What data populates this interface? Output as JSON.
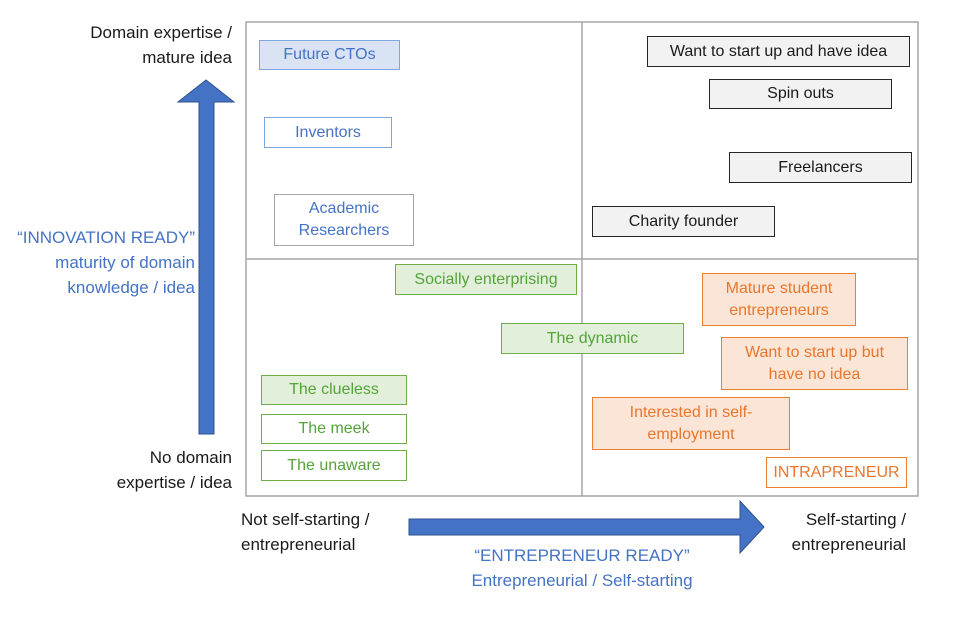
{
  "axes": {
    "y_top": [
      "Domain expertise /",
      "mature idea"
    ],
    "y_bottom": [
      "No domain",
      "expertise / idea"
    ],
    "y_title": [
      "“INNOVATION READY”",
      "maturity of domain",
      "knowledge / idea"
    ],
    "x_left": [
      "Not self-starting /",
      "entrepreneurial"
    ],
    "x_right": [
      "Self-starting /",
      "entrepreneurial"
    ],
    "x_title": [
      "“ENTREPRENEUR READY”",
      "Entrepreneurial / Self-starting"
    ]
  },
  "boxes": {
    "future_ctos": "Future CTOs",
    "inventors": "Inventors",
    "academic_researchers": [
      "Academic",
      "Researchers"
    ],
    "want_start_have_idea": "Want to start up and have idea",
    "spin_outs": "Spin outs",
    "freelancers": "Freelancers",
    "charity_founder": "Charity founder",
    "socially_enterprising": "Socially enterprising",
    "the_dynamic": "The dynamic",
    "the_clueless": "The clueless",
    "the_meek": "The meek",
    "the_unaware": "The unaware",
    "mature_student": [
      "Mature student",
      "entrepreneurs"
    ],
    "want_start_no_idea": [
      "Want to start up but",
      "have no idea"
    ],
    "interested_self_employment": [
      "Interested in self-",
      "employment"
    ],
    "intrapreneur": "INTRAPRENEUR"
  },
  "colors": {
    "arrow": "#4472c4",
    "blue": "#4472c4",
    "green": "#70ad47",
    "orange": "#ed7d31",
    "black": "#262626",
    "grid": "#a6a6a6"
  }
}
